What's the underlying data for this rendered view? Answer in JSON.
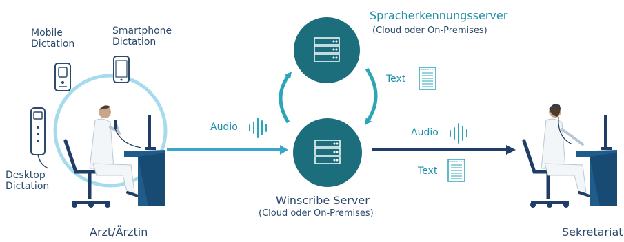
{
  "devices": {
    "mobile": "Mobile\nDictation",
    "smartphone": "Smartphone\nDictation",
    "desktop": "Desktop\nDictation"
  },
  "nodes": {
    "doctor": "Arzt/Ärztin",
    "secretary": "Sekretariat",
    "speech_server": {
      "title": "Spracherkennungsserver",
      "subtitle": "(Cloud oder On-Premises)"
    },
    "winscribe_server": {
      "title": "Winscribe Server",
      "subtitle": "(Cloud oder On-Premises)"
    }
  },
  "flows": {
    "audio_in": "Audio",
    "text_up": "Text",
    "audio_out": "Audio",
    "text_out": "Text"
  },
  "colors": {
    "teal": "#1c6e7d",
    "light_blue": "#8fd0e8",
    "arrow_blue": "#3aa6cc",
    "navy": "#1f3d66",
    "desk": "#1f5c8a",
    "text_dark": "#2c4a6b"
  }
}
